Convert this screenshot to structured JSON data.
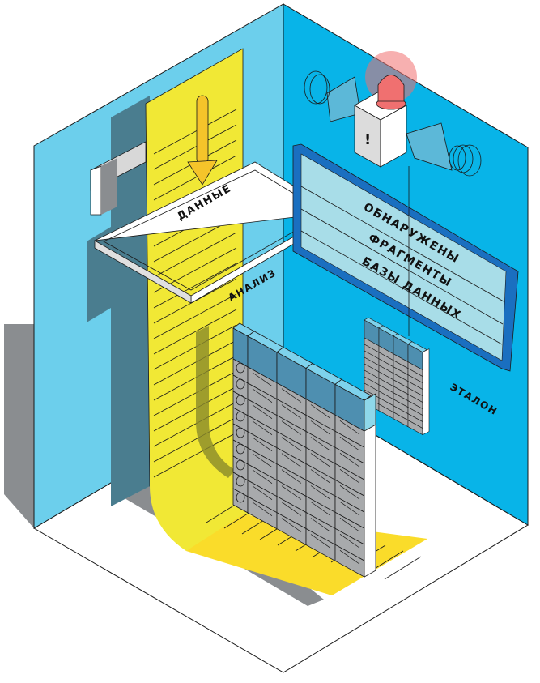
{
  "illustration": {
    "topic": "database fragment detection",
    "labels": {
      "data": "ДАННЫЕ",
      "analysis": "АНАЛИЗ",
      "reference": "ЭТАЛОН",
      "alert_symbol": "!"
    },
    "display_board": {
      "lines": [
        "ОБНАРУЖЕНЫ",
        "ФРАГМЕНТЫ",
        "БАЗЫ ДАННЫХ"
      ]
    },
    "colors": {
      "left_wall": "#6ccfec",
      "right_wall": "#08b4e8",
      "paper": "#f1e835",
      "paper_floor": "#fadc2a",
      "shadow": "#8a8d90",
      "table_header": "#4e8fb0",
      "table_body": "#a8aaac",
      "board_frame": "#1a6fc0",
      "board_face": "#a8dde8",
      "siren": "#f07070"
    }
  }
}
